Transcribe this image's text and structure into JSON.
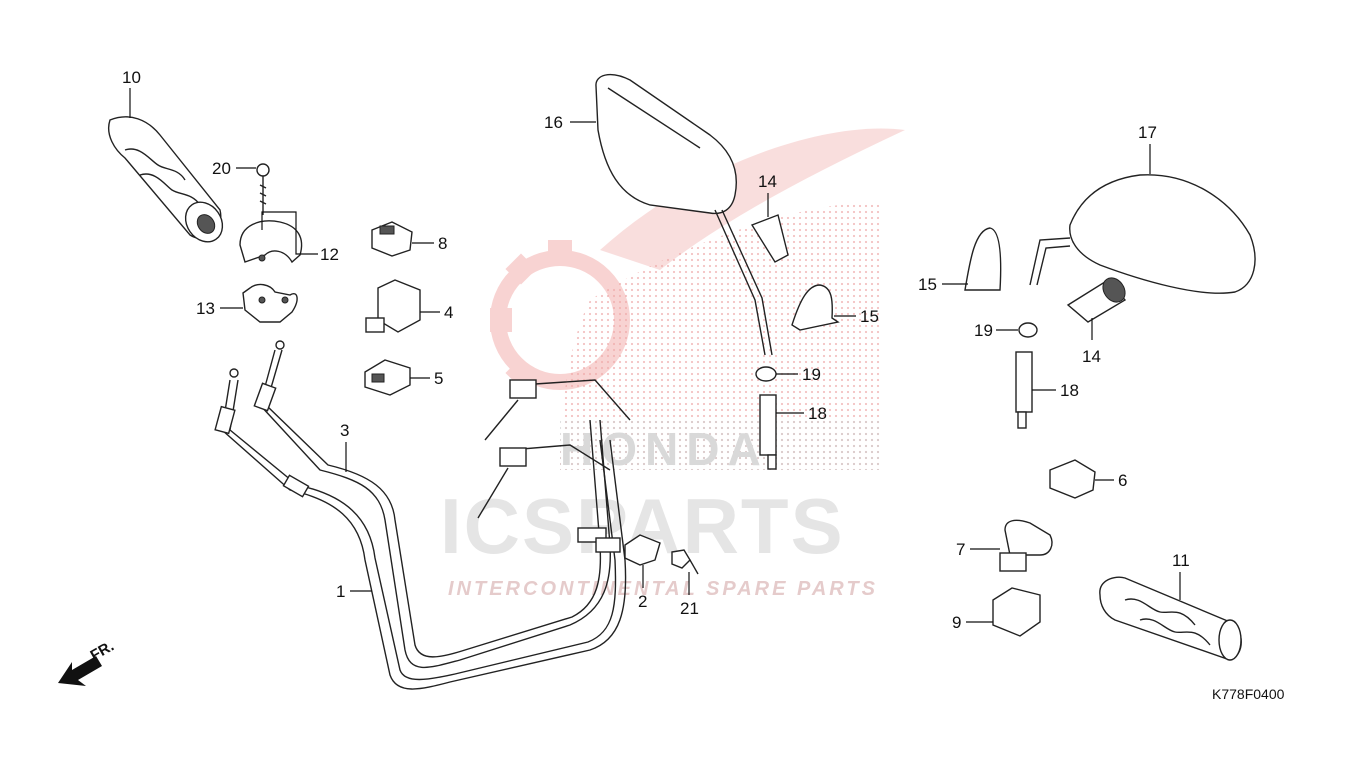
{
  "diagram": {
    "drawing_code": "K778F0400",
    "front_indicator": "FR.",
    "watermark": {
      "brand": "ICSPARTS",
      "tagline": "INTERCONTINENTAL SPARE PARTS",
      "logo_word": "HONDA",
      "colors": {
        "accent": "#e8534f",
        "gray": "#c9c9c9"
      }
    },
    "callouts": [
      {
        "id": "c10a",
        "label": "10"
      },
      {
        "id": "c20",
        "label": "20"
      },
      {
        "id": "c12",
        "label": "12"
      },
      {
        "id": "c13",
        "label": "13"
      },
      {
        "id": "c8",
        "label": "8"
      },
      {
        "id": "c4",
        "label": "4"
      },
      {
        "id": "c5",
        "label": "5"
      },
      {
        "id": "c3",
        "label": "3"
      },
      {
        "id": "c1",
        "label": "1"
      },
      {
        "id": "c16",
        "label": "16"
      },
      {
        "id": "c14a",
        "label": "14"
      },
      {
        "id": "c15a",
        "label": "15"
      },
      {
        "id": "c19a",
        "label": "19"
      },
      {
        "id": "c18a",
        "label": "18"
      },
      {
        "id": "c2",
        "label": "2"
      },
      {
        "id": "c21",
        "label": "21"
      },
      {
        "id": "c17",
        "label": "17"
      },
      {
        "id": "c15b",
        "label": "15"
      },
      {
        "id": "c19b",
        "label": "19"
      },
      {
        "id": "c14b",
        "label": "14"
      },
      {
        "id": "c18b",
        "label": "18"
      },
      {
        "id": "c6",
        "label": "6"
      },
      {
        "id": "c7",
        "label": "7"
      },
      {
        "id": "c9",
        "label": "9"
      },
      {
        "id": "c11",
        "label": "11"
      }
    ]
  }
}
